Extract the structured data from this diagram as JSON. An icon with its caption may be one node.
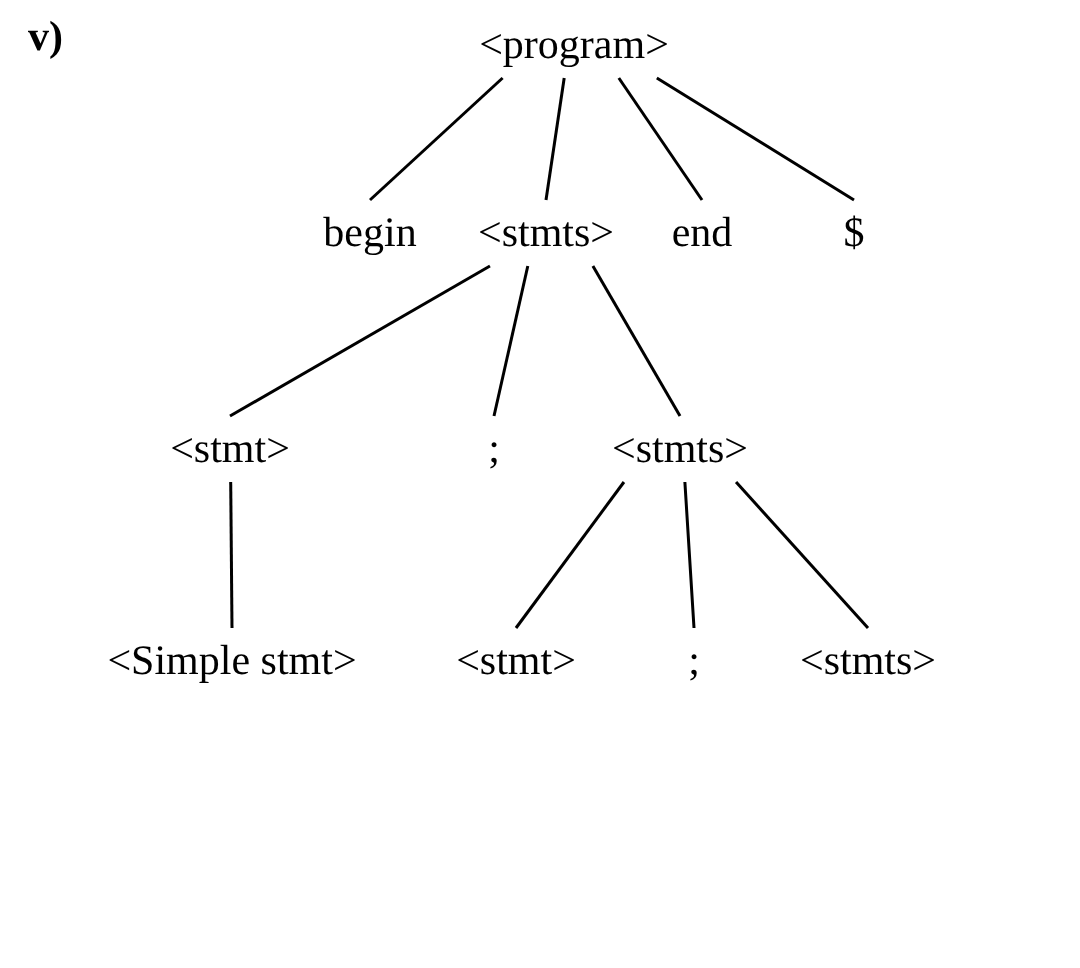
{
  "diagram": {
    "nodes": [
      {
        "text": [
          "<program>"
        ]
      },
      {
        "text": [
          "begin"
        ]
      },
      {
        "text": [
          "<stmts>"
        ]
      },
      {
        "text": [
          "end"
        ]
      },
      {
        "text": [
          "$"
        ]
      },
      {
        "text": [
          "<stmt>"
        ]
      },
      {
        "text": [
          ";"
        ]
      },
      {
        "text": [
          "<stmts>"
        ]
      },
      {
        "text": [
          "<Simple stmt>"
        ]
      },
      {
        "text": [
          "<stmt>"
        ]
      },
      {
        "text": [
          ";"
        ]
      },
      {
        "text": [
          "<stmts>"
        ]
      }
    ],
    "edges": [
      {
        "from": 0,
        "to": 1,
        "arrow": "none"
      },
      {
        "from": 0,
        "to": 2,
        "arrow": "none"
      },
      {
        "from": 0,
        "to": 3,
        "arrow": "none"
      },
      {
        "from": 0,
        "to": 4,
        "arrow": "none"
      },
      {
        "from": 2,
        "to": 5,
        "arrow": "none"
      },
      {
        "from": 2,
        "to": 6,
        "arrow": "none"
      },
      {
        "from": 2,
        "to": 7,
        "arrow": "none"
      },
      {
        "from": 5,
        "to": 8,
        "arrow": "none"
      },
      {
        "from": 7,
        "to": 9,
        "arrow": "none"
      },
      {
        "from": 7,
        "to": 10,
        "arrow": "none"
      },
      {
        "from": 7,
        "to": 11,
        "arrow": "none"
      }
    ],
    "labels": [
      "v)"
    ]
  }
}
